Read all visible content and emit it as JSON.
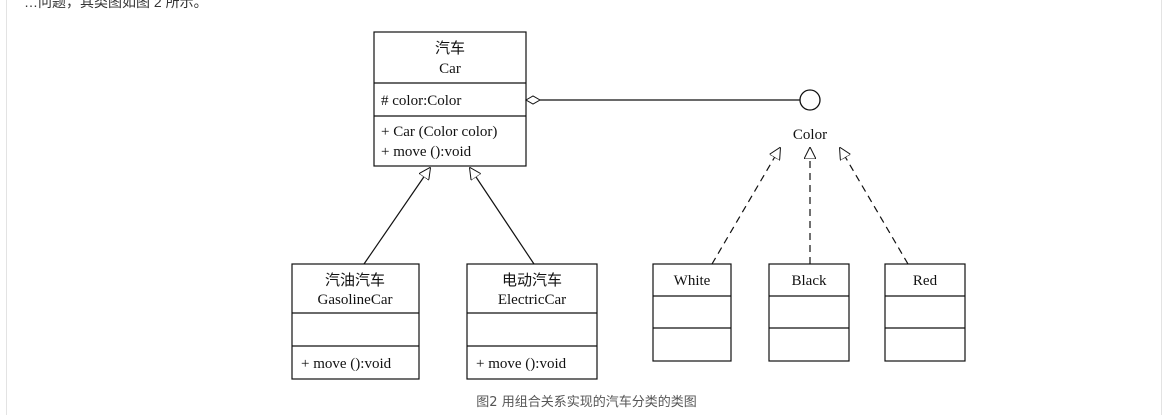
{
  "page": {
    "top_text": "…问题，其类图如图 2 所示。",
    "caption": "图2 用组合关系实现的汽车分类的类图"
  },
  "diagram": {
    "car": {
      "title_cn": "汽车",
      "title_en": "Car",
      "attribute": "# color:Color",
      "methods": [
        "+ Car (Color color)",
        "+ move ():void"
      ]
    },
    "gasoline_car": {
      "title_cn": "汽油汽车",
      "title_en": "GasolineCar",
      "method": "+ move ():void"
    },
    "electric_car": {
      "title_cn": "电动汽车",
      "title_en": "ElectricCar",
      "method": "+ move ():void"
    },
    "color_interface": {
      "label": "Color"
    },
    "colors": [
      "White",
      "Black",
      "Red"
    ]
  }
}
